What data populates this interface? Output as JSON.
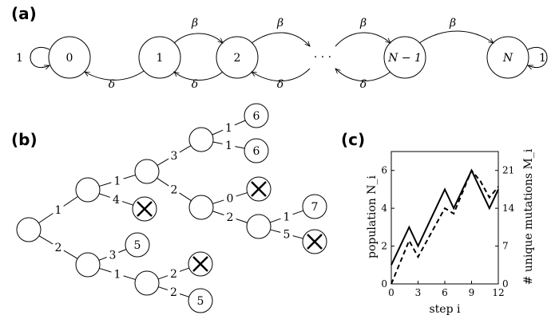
{
  "panels": {
    "a": {
      "label": "(a)"
    },
    "b": {
      "label": "(b)"
    },
    "c": {
      "label": "(c)"
    }
  },
  "chain": {
    "states": [
      "0",
      "1",
      "2",
      "N − 1",
      "N"
    ],
    "ellipsis": "· · ·",
    "forward_rate": "β",
    "backward_rate": "δ",
    "self_loop_label": "1"
  },
  "tree": {
    "edge_labels": [
      "1",
      "2",
      "1",
      "4",
      "3",
      "1",
      "3",
      "2",
      "1",
      "1",
      "0",
      "2",
      "1",
      "5",
      "2",
      "2"
    ],
    "leaf_labels": [
      "6",
      "6",
      "7",
      "5",
      "5"
    ]
  },
  "chart_data": {
    "type": "line",
    "xlabel": "step i",
    "ylabel_left": "population N_i",
    "ylabel_right": "# unique mutations M_i",
    "x_ticks": [
      0,
      3,
      6,
      9,
      12
    ],
    "y_left_ticks": [
      0,
      2,
      4,
      6
    ],
    "y_right_ticks": [
      0,
      7,
      14,
      21
    ],
    "xlim": [
      0,
      12
    ],
    "ylim_left": [
      0,
      7
    ],
    "ylim_right": [
      0,
      24.5
    ],
    "series": [
      {
        "axis": "left",
        "style": "solid",
        "x": [
          0,
          1,
          2,
          3,
          4,
          5,
          6,
          7,
          8,
          9,
          10,
          11,
          12
        ],
        "y": [
          1,
          2,
          3,
          2,
          3,
          4,
          5,
          4,
          5,
          6,
          5,
          4,
          5
        ]
      },
      {
        "axis": "right",
        "style": "dashed",
        "x": [
          0,
          1,
          2,
          3,
          4,
          5,
          6,
          7,
          8,
          9,
          10,
          11,
          12
        ],
        "y": [
          0,
          4,
          8,
          5,
          8,
          11,
          14,
          13,
          17,
          21,
          19,
          16,
          18
        ]
      }
    ]
  }
}
